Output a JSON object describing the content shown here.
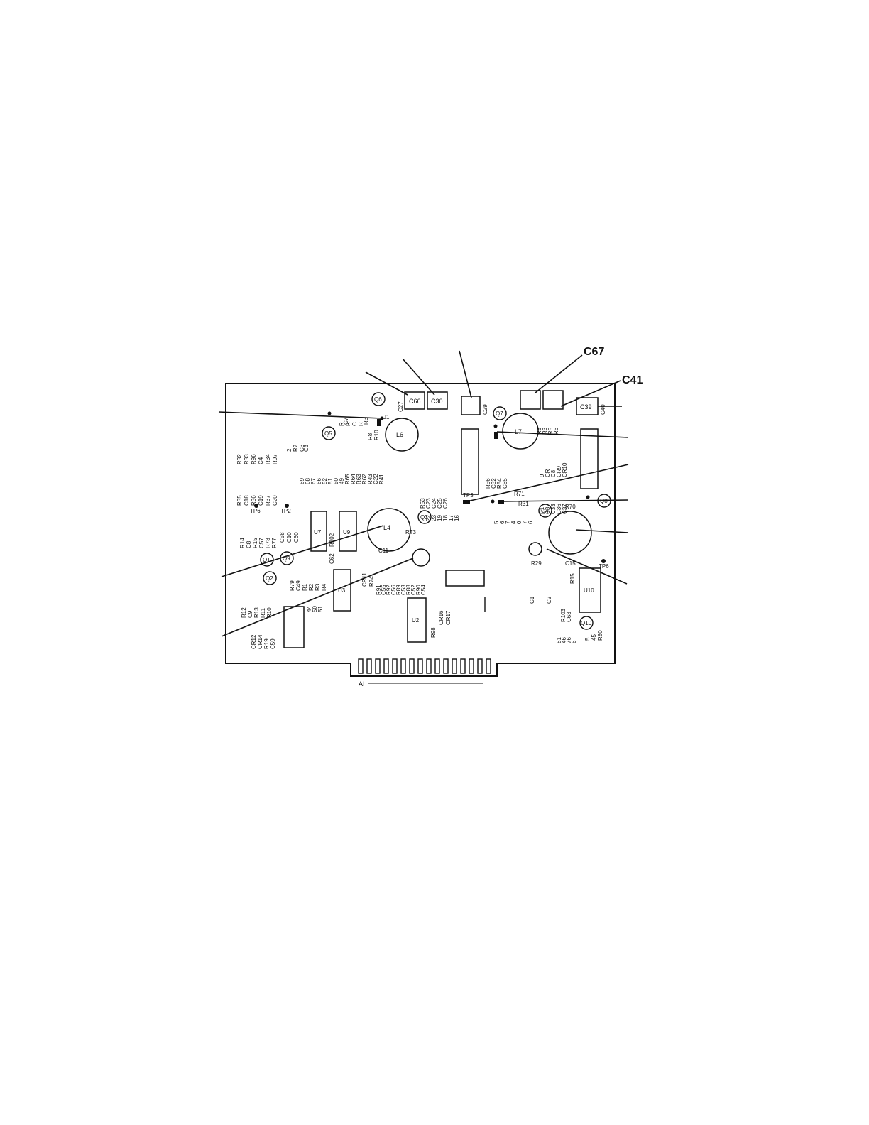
{
  "callouts": {
    "c67": "C67",
    "c41": "C41"
  },
  "board": {
    "edge_label": "AI",
    "coils": {
      "l6": "L6",
      "l7": "L7",
      "l4": "L4"
    },
    "transistors": {
      "q5": "Q5",
      "q6": "Q6",
      "q7": "Q7",
      "q3": "Q3",
      "q4": "Q4",
      "q8": "Q8",
      "q1": "Q1",
      "q2": "Q2",
      "q9": "Q9",
      "q10": "Q10"
    },
    "ics": {
      "u7": "U7",
      "u9": "U9",
      "u3": "U3",
      "u2": "U2",
      "u10": "U10"
    },
    "boxed_caps": {
      "c66": "C66",
      "c30": "C30",
      "c39": "C39"
    },
    "test_points": {
      "tp6a": "TP6",
      "tp2": "TP2",
      "tp3": "TP3",
      "tp6b": "TP6"
    },
    "misc": {
      "j1": "J1",
      "rt3": "RT3",
      "c27": "C27",
      "c29": "C29",
      "c40": "C40",
      "c11": "C11",
      "r71": "R71",
      "r70": "R70",
      "r31": "R31",
      "r29": "R29",
      "c15": "C15",
      "r15": "R15",
      "c1": "C1",
      "c2": "C2",
      "r102": "R102",
      "c62": "C62",
      "cr11": "CR11",
      "r74": "R74",
      "r98": "R98",
      "cr16": "CR16",
      "cr17": "CR17",
      "c7": "C7",
      "r3": "R3",
      "c3": "C3"
    },
    "column_left": [
      "R32",
      "R33",
      "R96",
      "C4",
      "R34",
      "R97"
    ],
    "column_left2": [
      "R35",
      "C18",
      "R36",
      "C19",
      "R37",
      "C20"
    ],
    "column_mid": [
      "69",
      "68",
      "67",
      "66",
      "52",
      "51",
      "50",
      "49",
      "R65",
      "R64",
      "R63",
      "R62",
      "R43",
      "C22",
      "R41"
    ],
    "column_center": [
      "R53",
      "C23",
      "C24",
      "C25",
      "C26"
    ],
    "column_right": [
      "R56",
      "C32",
      "R54",
      "C65"
    ],
    "column_right2": [
      "R5",
      "R3",
      "R5",
      "R6"
    ],
    "column_right3": [
      "9",
      "CR",
      "C8",
      "CR9",
      "CR10"
    ],
    "column_right4": [
      "R1",
      "C3",
      "C33",
      "C36",
      "C37"
    ],
    "column_bottom_left": [
      "R12",
      "C9",
      "R13",
      "R11",
      "R10"
    ],
    "column_bottom_left2": [
      "CR12",
      "CR14",
      "R19",
      "C59"
    ],
    "column_mid_low": [
      "R79",
      "C49",
      "R1",
      "R2",
      "R3",
      "R4"
    ],
    "column_mid_low2": [
      "R91",
      "C55",
      "R92",
      "C56",
      "R89",
      "C53",
      "R88",
      "C52",
      "R90",
      "C54"
    ],
    "column_left_mid": [
      "R14",
      "C8",
      "R15",
      "C57",
      "R78",
      "R77"
    ],
    "column_c58": [
      "C58",
      "C10",
      "C60"
    ],
    "nums_a": [
      "22",
      "23",
      "19",
      "18",
      "17",
      "16"
    ],
    "nums_b": [
      "5",
      "6",
      "7",
      "4",
      "0",
      "7",
      "6"
    ],
    "nums_c": [
      "44",
      "50",
      "51"
    ],
    "nums_d": [
      "81",
      "46",
      "76",
      "6"
    ],
    "nums_e": [
      "5",
      "45",
      "R80"
    ],
    "nums_f": [
      "R103",
      "C63"
    ],
    "nums_g": [
      "2",
      "R7",
      "C3"
    ],
    "nums_h": [
      "R",
      "R",
      "C",
      "R"
    ],
    "nums_i": [
      "R8",
      "R10"
    ]
  }
}
